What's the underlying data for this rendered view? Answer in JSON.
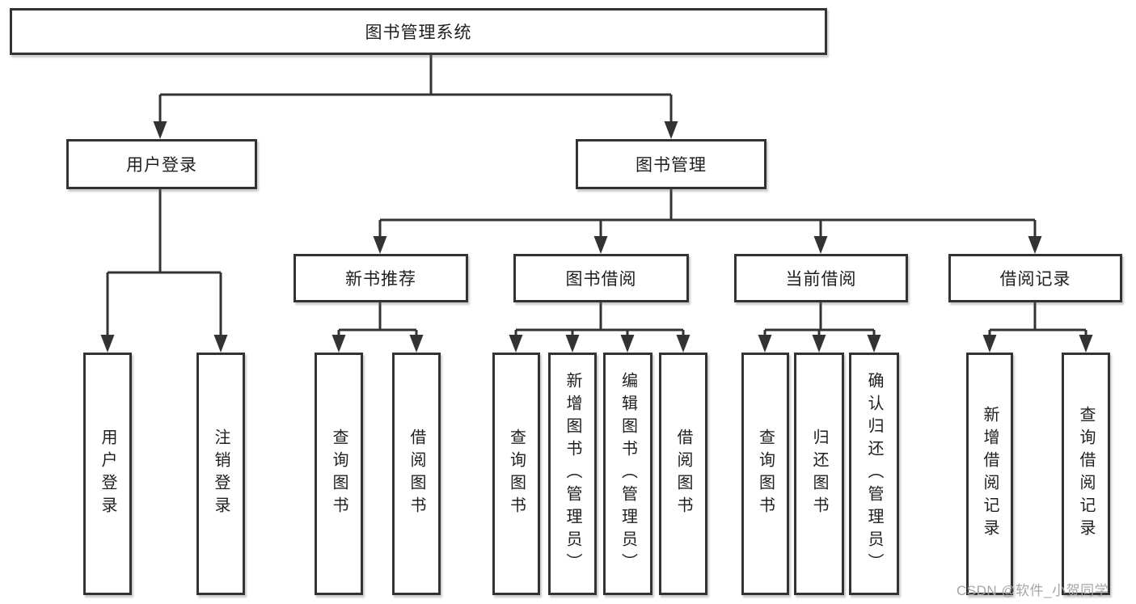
{
  "tree": {
    "root": {
      "label": "图书管理系统",
      "children": [
        {
          "label": "用户登录",
          "children": [
            {
              "label": "用户登录"
            },
            {
              "label": "注销登录"
            }
          ]
        },
        {
          "label": "图书管理",
          "children": [
            {
              "label": "新书推荐",
              "children": [
                {
                  "label": "查询图书"
                },
                {
                  "label": "借阅图书"
                }
              ]
            },
            {
              "label": "图书借阅",
              "children": [
                {
                  "label": "查询图书"
                },
                {
                  "label": "新增图书（管理员）"
                },
                {
                  "label": "编辑图书（管理员）"
                },
                {
                  "label": "借阅图书"
                }
              ]
            },
            {
              "label": "当前借阅",
              "children": [
                {
                  "label": "查询图书"
                },
                {
                  "label": "归还图书"
                },
                {
                  "label": "确认归还（管理员）"
                }
              ]
            },
            {
              "label": "借阅记录",
              "children": [
                {
                  "label": "新增借阅记录"
                },
                {
                  "label": "查询借阅记录"
                }
              ]
            }
          ]
        }
      ]
    }
  },
  "watermark": {
    "text": "CSDN @软件_小贺同学"
  },
  "colors": {
    "line": "#333333",
    "box_border": "#333333",
    "text": "#1f1f1f",
    "watermark": "#a6a6a6",
    "background": "#ffffff"
  }
}
